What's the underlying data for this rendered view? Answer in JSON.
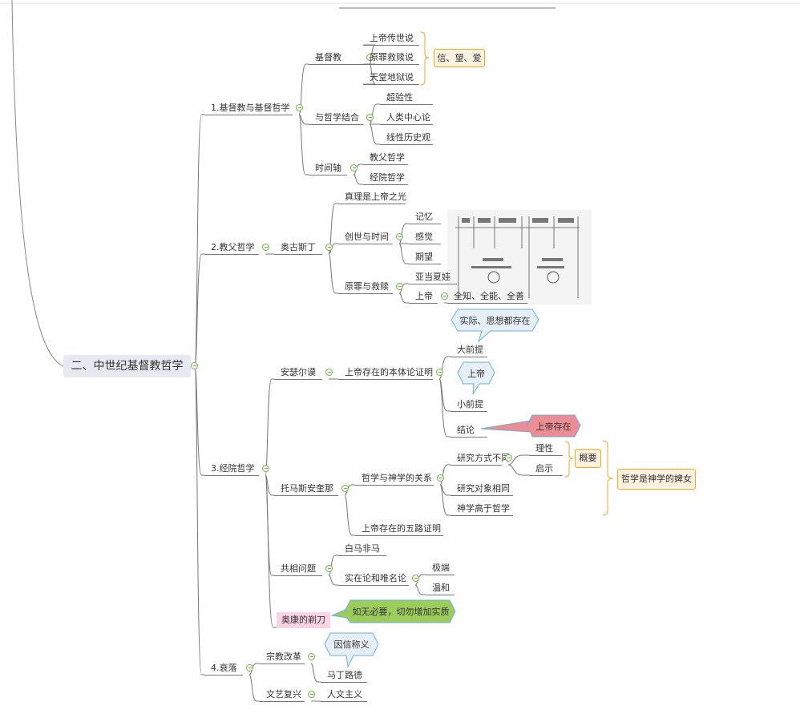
{
  "central": {
    "label": "二、中世纪基督教哲学"
  },
  "branches": {
    "b1": {
      "label": "1.基督教与基督哲学",
      "christianity": {
        "label": "基督教",
        "items": [
          "上帝传世说",
          "原罪救赎说",
          "天堂地狱说"
        ],
        "summary": "信、望、爱"
      },
      "philosophy": {
        "label": "与哲学结合",
        "items": [
          "超验性",
          "人类中心论",
          "线性历史观"
        ]
      },
      "timeline": {
        "label": "时间轴",
        "items": [
          "教父哲学",
          "经院哲学"
        ]
      }
    },
    "b2": {
      "label": "2.教父哲学",
      "augustine": {
        "label": "奥古斯丁",
        "truth": "真理是上帝之光",
        "creation": {
          "label": "创世与时间",
          "items": [
            "记忆",
            "感觉",
            "期望"
          ]
        },
        "sin": {
          "label": "原罪与救赎",
          "adam": "亚当夏娃",
          "god": "上帝",
          "god_attr": "全知、全能、全善"
        }
      }
    },
    "b3": {
      "label": "3.经院哲学",
      "anselm": {
        "label": "安瑟尔谟",
        "proof": {
          "label": "上帝存在的本体论证明",
          "major": "大前提",
          "minor": "小前提",
          "conclusion": "结论",
          "major_note": "实际、思想都存在",
          "minor_note": "上帝",
          "conclusion_note": "上帝存在"
        }
      },
      "aquinas": {
        "label": "托马斯安奎那",
        "relation": {
          "label": "哲学与神学的关系",
          "method": {
            "label": "研究方式不同",
            "items": [
              "理性",
              "启示"
            ],
            "summary": "概要"
          },
          "object": "研究对象相同",
          "higher": "神学高于哲学",
          "summary": "哲学是神学的婢女"
        },
        "five_ways": "上帝存在的五路证明"
      },
      "universals": {
        "label": "共相问题",
        "horse": "白马非马",
        "realism": {
          "label": "实在论和唯名论",
          "items": [
            "极端",
            "温和"
          ]
        }
      },
      "ockham": {
        "label": "奥康的剃刀",
        "note": "如无必要，切勿增加实质"
      }
    },
    "b4": {
      "label": "4.衰落",
      "reformation": {
        "label": "宗教改革",
        "luther": "马丁路德",
        "note": "因信称义"
      },
      "renaissance": {
        "label": "文艺复兴",
        "humanism": "人文主义"
      }
    }
  },
  "colors": {
    "line": "#777777",
    "collapse": "#6cb33e",
    "summary": "#f5a623",
    "callout_border": "#6ab0d6",
    "callout_blue": "#e6eef6",
    "callout_pink": "#ec8c94",
    "callout_green": "#9ccc5c",
    "central_bg": "#e8e8f2",
    "label_pink": "#fbd3e2"
  },
  "picture": {
    "description_icon": "timeline-sketch-image"
  }
}
